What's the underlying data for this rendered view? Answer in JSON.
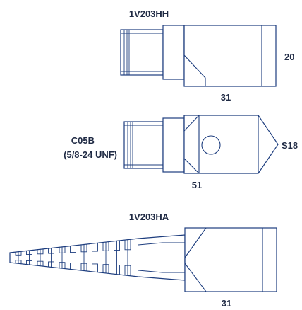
{
  "labels": {
    "top_model": "1V203HH",
    "top_height": "20",
    "top_length": "31",
    "mid_model": "C05B",
    "mid_thread": "(5/8-24 UNF)",
    "mid_size": "S18",
    "mid_length": "51",
    "bottom_model": "1V203HA",
    "bottom_length": "31"
  },
  "colors": {
    "outline": "#1d3d7e",
    "text": "#1f2a44"
  }
}
